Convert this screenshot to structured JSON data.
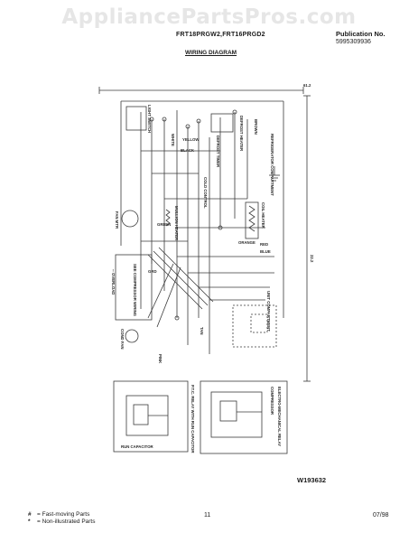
{
  "watermark": "AppliancePartsPros.com",
  "header": {
    "models": "FRT18PRGW2,FRT16PRGD2",
    "publication_label": "Publication No.",
    "publication_number": "5995309936",
    "title": "WIRING DIAGRAM"
  },
  "diagram": {
    "overall_width_label": "61.2",
    "overall_height_label": "22.2",
    "refrigerator_compartment": "REFRIGERATOR COMPARTMENT",
    "unit_compartment": "UNIT COMPARTMENT",
    "compressor_text": "SEE COMPRESSOR WIRING",
    "overload_text": "-- OVERLOAD",
    "wire_white": "WHITE",
    "wire_black": "BLACK",
    "wire_yellow": "YELLOW",
    "wire_green": "GREEN",
    "wire_brown": "BROWN",
    "wire_red": "RED",
    "wire_blue": "BLUE",
    "wire_grd": "GRD",
    "wire_pink": "PINK",
    "wire_tan": "TAN",
    "wire_orange": "ORANGE",
    "light_switch": "LIGHT SWITCH",
    "defrost_heater": "DEFROST HEATER",
    "defrost_timer": "DEFROST TIMER",
    "coil_heater": "COIL HEATER",
    "mullion_heater": "MULLION HEATER",
    "cold_control": "COLD CONTROL",
    "freezer_fan": "FAN MTR",
    "condenser_fan": "COND FAN",
    "relay_left_label": "RUN CAPACITOR",
    "relay_right_label": "ELECTRO-MECHANICAL RELAY",
    "relay_right_sub": "COMPRESSOR",
    "solid_state_label": "P.T.C. RELAY WITH RUN CAPACITOR"
  },
  "reference_number": "W193632",
  "footer": {
    "fast_symbol": "#",
    "fast_text": "= Fast-moving Parts",
    "non_symbol": "*",
    "non_text": "= Non-illustrated Parts",
    "page": "11",
    "date": "07/98"
  }
}
